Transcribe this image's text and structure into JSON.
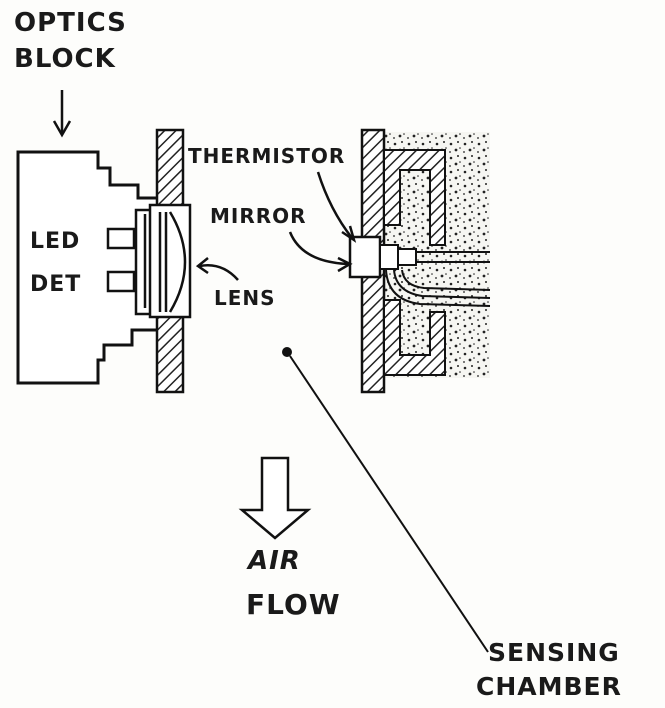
{
  "labels": {
    "optics_block_line1": "OPTICS",
    "optics_block_line2": "BLOCK",
    "led": "LED",
    "det": "DET",
    "thermistor": "THERMISTOR",
    "mirror": "MIRROR",
    "lens": "LENS",
    "air_line1": "AIR",
    "air_line2": "FLOW",
    "sensing_line1": "SENSING",
    "sensing_line2": "CHAMBER"
  }
}
